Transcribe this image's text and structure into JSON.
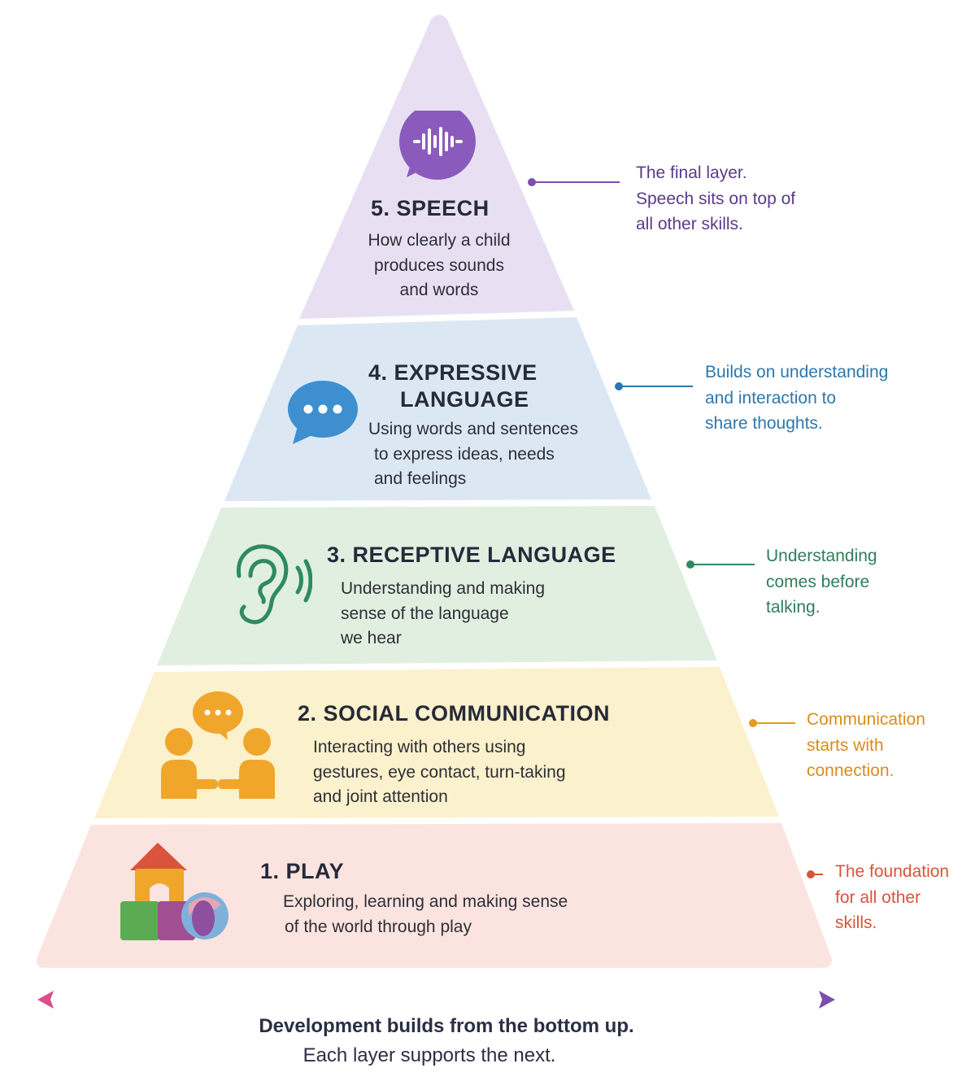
{
  "tiers": [
    {
      "number": "5.",
      "title": "SPEECH",
      "title_line2": "",
      "description": [
        "How clearly a child",
        "produces sounds",
        "and words"
      ],
      "note": [
        "The final layer.",
        "Speech sits on top of",
        "all other skills."
      ],
      "icon": "speech-waveform-bubble-icon",
      "fill": "#e8e0f2",
      "accent": "#7b4fae"
    },
    {
      "number": "4.",
      "title": "EXPRESSIVE",
      "title_line2": "LANGUAGE",
      "description": [
        "Using words and sentences",
        "to express ideas, needs",
        "and feelings"
      ],
      "note": [
        "Builds on understanding",
        "and interaction to",
        "share thoughts."
      ],
      "icon": "speech-bubble-dots-icon",
      "fill": "#dbe8f4",
      "accent": "#2d77ad"
    },
    {
      "number": "3.",
      "title": "RECEPTIVE LANGUAGE",
      "title_line2": "",
      "description": [
        "Understanding and making",
        "sense of the language",
        "we hear"
      ],
      "note": [
        "Understanding",
        "comes before",
        "talking."
      ],
      "icon": "ear-icon",
      "fill": "#e0efe0",
      "accent": "#2f8a62"
    },
    {
      "number": "2.",
      "title": "SOCIAL COMMUNICATION",
      "title_line2": "",
      "description": [
        "Interacting with others using",
        "gestures, eye contact, turn-taking",
        "and joint attention"
      ],
      "note": [
        "Communication",
        "starts with",
        "connection."
      ],
      "icon": "two-people-talking-icon",
      "fill": "#fbf1cc",
      "accent": "#e19c22"
    },
    {
      "number": "1.",
      "title": "PLAY",
      "title_line2": "",
      "description": [
        "Exploring, learning and making sense",
        "of the world through play"
      ],
      "note": [
        "The foundation",
        "for all other",
        "skills."
      ],
      "icon": "toy-blocks-icon",
      "fill": "#fbe4df",
      "accent": "#d9533d"
    }
  ],
  "footer": {
    "line1": "Development builds from the bottom up.",
    "line2": "Each layer supports the next."
  },
  "arrow_gradient": [
    "#d94f8a",
    "#e88a3a",
    "#e9c52b",
    "#5fb56c",
    "#3f8fcf",
    "#7b4fae"
  ]
}
